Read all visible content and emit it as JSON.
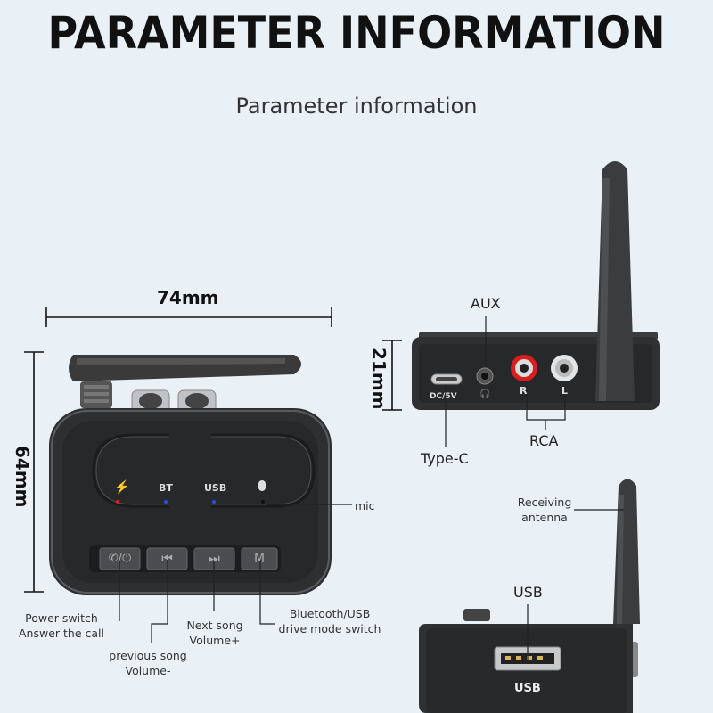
{
  "header": {
    "title": "PARAMETER INFORMATION",
    "subtitle": "Parameter information"
  },
  "dimensions": {
    "width": "74mm",
    "height": "64mm",
    "depth": "21mm"
  },
  "front_panel": {
    "indicators": {
      "bt": "BT",
      "usb": "USB"
    },
    "icons": [
      "bolt-icon",
      "mic-icon",
      "phone-power-icon",
      "previous-icon",
      "next-icon"
    ],
    "mode_button": "M",
    "callouts": {
      "mic": "mic",
      "power_line1": "Power switch",
      "power_line2": "Answer the call",
      "prev_line1": "previous song",
      "prev_line2": "Volume-",
      "next_line1": "Next song",
      "next_line2": "Volume+",
      "mode_line1": "Bluetooth/USB",
      "mode_line2": "drive mode switch"
    },
    "led_colors": [
      "#e02020",
      "#2a4fe0",
      "#2a4fe0",
      "#222222"
    ]
  },
  "rear_panel": {
    "dc_label": "DC/5V",
    "r_label": "R",
    "l_label": "L",
    "callouts": {
      "aux": "AUX",
      "typec": "Type-C",
      "rca": "RCA"
    }
  },
  "side_panel": {
    "usb_label": "USB",
    "callouts": {
      "antenna_line1": "Receiving",
      "antenna_line2": "antenna",
      "usb": "USB"
    }
  }
}
